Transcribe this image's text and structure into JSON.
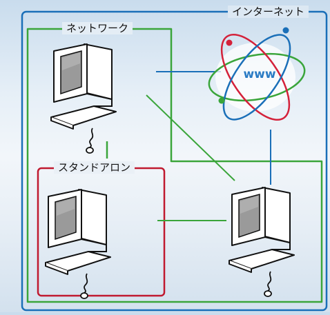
{
  "diagram": {
    "internet_label": "インターネット",
    "network_label": "ネットワーク",
    "standalone_label": "スタンドアロン",
    "www_text": "www"
  },
  "colors": {
    "internet_frame": "#1a6fb8",
    "network_frame": "#3aa53a",
    "standalone_frame": "#c0192f",
    "orbit_red": "#d4213a",
    "orbit_blue": "#1a6fb8",
    "orbit_green": "#3aa53a"
  },
  "icons": {
    "computers": [
      "computer-icon",
      "computer-icon",
      "computer-icon"
    ],
    "internet": "internet-globe-icon"
  }
}
